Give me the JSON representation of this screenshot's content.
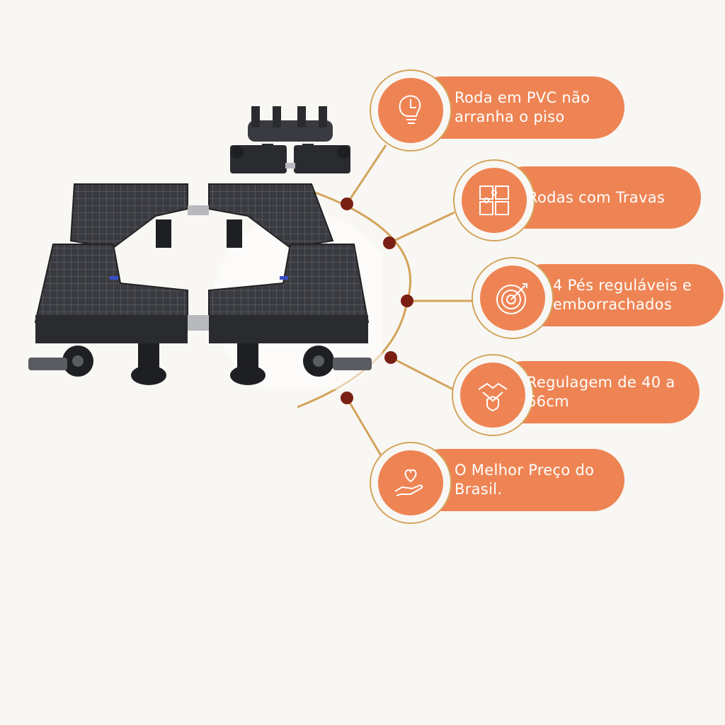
{
  "features": [
    {
      "label": "Roda em PVC não arranha o piso",
      "icon": "lightbulb-puzzle-icon"
    },
    {
      "label": "Rodas com Travas",
      "icon": "puzzle-pieces-icon"
    },
    {
      "label": "4 Pés reguláveis e emborrachados",
      "icon": "target-icon"
    },
    {
      "label": "Regulagem de 40 a 66cm",
      "icon": "handshake-shield-icon"
    },
    {
      "label": "O Melhor Preço do Brasil.",
      "icon": "heart-in-hand-icon"
    }
  ],
  "colors": {
    "pill": "#ee8454",
    "ring": "#d4a45b",
    "dot": "#7a1f13",
    "background": "#f8f7f4",
    "product": "#2a2b2f"
  }
}
